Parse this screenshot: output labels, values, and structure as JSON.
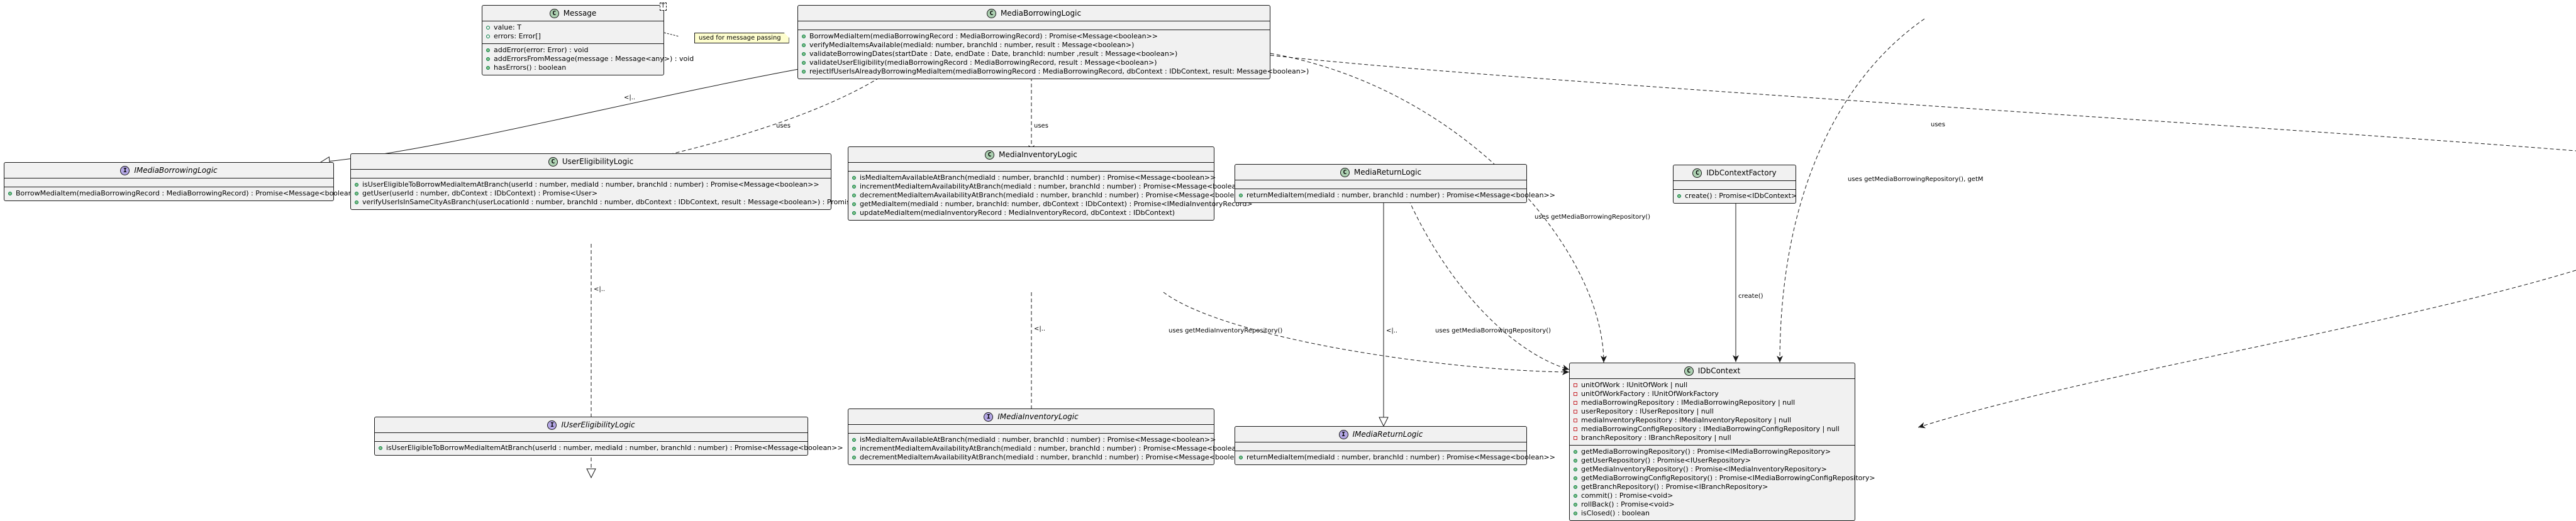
{
  "classes": {
    "message": {
      "name": "Message",
      "stereotype": "C",
      "template_param": "T",
      "fields": [
        "value: T",
        "errors: Error[]"
      ],
      "methods": [
        "addError(error: Error) : void",
        "addErrorsFromMessage(message : Message<any>) : void",
        "hasErrors() : boolean"
      ]
    },
    "media_borrowing_logic": {
      "name": "MediaBorrowingLogic",
      "stereotype": "C",
      "fields": [],
      "methods": [
        "BorrowMediaItem(mediaBorrowingRecord : MediaBorrowingRecord) : Promise<Message<boolean>>",
        "verifyMediaItemsAvailable(mediaId: number, branchId : number, result : Message<boolean>)",
        "validateBorrowingDates(startDate : Date, endDate : Date, branchId: number ,result : Message<boolean>)",
        "validateUserEligibility(mediaBorrowingRecord : MediaBorrowingRecord, result : Message<boolean>)",
        "rejectIfUserIsAlreadyBorrowingMediaItem(mediaBorrowingRecord : MediaBorrowingRecord, dbContext : IDbContext, result: Message<boolean>)"
      ]
    },
    "imedia_borrowing_logic": {
      "name": "IMediaBorrowingLogic",
      "stereotype": "I",
      "fields": [],
      "methods": [
        "BorrowMediaItem(mediaBorrowingRecord : MediaBorrowingRecord) : Promise<Message<boolean>>"
      ]
    },
    "user_eligibility_logic": {
      "name": "UserEligibilityLogic",
      "stereotype": "C",
      "fields": [],
      "methods": [
        "isUserEligibleToBorrowMediaItemAtBranch(userId : number, mediaId : number, branchId : number) : Promise<Message<boolean>>",
        "getUser(userId : number, dbContext : IDbContext) : Promise<User>",
        "verifyUserIsInSameCityAsBranch(userLocationId : number, branchId : number, dbContext : IDbContext, result : Message<boolean>) : Promise<void>"
      ]
    },
    "iuser_eligibility_logic": {
      "name": "IUserEligibilityLogic",
      "stereotype": "I",
      "fields": [],
      "methods": [
        "isUserEligibleToBorrowMediaItemAtBranch(userId : number, mediaId : number, branchId : number) : Promise<Message<boolean>>"
      ]
    },
    "media_inventory_logic": {
      "name": "MediaInventoryLogic",
      "stereotype": "C",
      "fields": [],
      "methods": [
        "isMediaItemAvailableAtBranch(mediaId : number, branchId : number) : Promise<Message<boolean>>",
        "incrementMediaItemAvailabilityAtBranch(mediaId : number, branchId : number) : Promise<Message<boolean>>",
        "decrementMediaItemAvailabilityAtBranch(mediaId : number, branchId : number) : Promise<Message<boolean>>",
        "getMediaItem(mediaId : number, branchId: number, dbContext : IDbContext) : Promise<IMediaInventoryRecord>",
        "updateMediaItem(mediaInventoryRecord : MediaInventoryRecord, dbContext : IDbContext)"
      ]
    },
    "imedia_inventory_logic": {
      "name": "IMediaInventoryLogic",
      "stereotype": "I",
      "fields": [],
      "methods": [
        "isMediaItemAvailableAtBranch(mediaId : number, branchId : number) : Promise<Message<boolean>>",
        "incrementMediaItemAvailabilityAtBranch(mediaId : number, branchId : number) : Promise<Message<boolean>>",
        "decrementMediaItemAvailabilityAtBranch(mediaId : number, branchId : number) : Promise<Message<boolean>>"
      ]
    },
    "media_return_logic": {
      "name": "MediaReturnLogic",
      "stereotype": "C",
      "fields": [],
      "methods": [
        "returnMediaItem(mediaId : number, branchId : number) : Promise<Message<boolean>>"
      ]
    },
    "imedia_return_logic": {
      "name": "IMediaReturnLogic",
      "stereotype": "I",
      "fields": [],
      "methods": [
        "returnMediaItem(mediaId : number, branchId : number) : Promise<Message<boolean>>"
      ]
    },
    "idb_context_factory": {
      "name": "IDbContextFactory",
      "stereotype": "C",
      "fields": [],
      "methods": [
        "create() : Promise<IDbContext>"
      ]
    },
    "idb_context": {
      "name": "IDbContext",
      "stereotype": "C",
      "fields": [
        "unitOfWork : IUnitOfWork | null",
        "unitOfWorkFactory : IUnitOfWorkFactory",
        "mediaBorrowingRepository : IMediaBorrowingRepository | null",
        "userRepository : IUserRepository | null",
        "mediaInventoryRepository : IMediaInventoryRepository | null",
        "mediaBorrowingConfigRepository : IMediaBorrowingConfigRepository | null",
        "branchRepository : IBranchRepository | null"
      ],
      "methods": [
        "getMediaBorrowingRepository() : Promise<IMediaBorrowingRepository>",
        "getUserRepository() : Promise<IUserRepository>",
        "getMediaInventoryRepository() : Promise<IMediaInventoryRepository>",
        "getMediaBorrowingConfigRepository() : Promise<IMediaBorrowingConfigRepository>",
        "getBranchRepository() : Promise<IBranchRepository>",
        "commit() : Promise<void>",
        "rollBack() : Promise<void>",
        "isClosed() : boolean"
      ]
    }
  },
  "note": {
    "text": "used for message passing"
  },
  "edge_labels": {
    "uses": "uses",
    "realizes": "<|..",
    "create": "create()",
    "uses_borrowing_repo": "uses getMediaBorrowingRepository()",
    "uses_inventory_repo": "uses getMediaInventoryRepository()",
    "uses_borrowing_repo_cut": "uses getMediaBorrowingRepository(), getM"
  },
  "colors": {
    "class_fill": "#f1f1f1",
    "class_border": "#181818",
    "class_stereotype": "#add1b2",
    "interface_stereotype": "#b4a7e5",
    "note_fill": "#fefece",
    "public_marker": "#038048",
    "private_marker": "#c82930"
  }
}
